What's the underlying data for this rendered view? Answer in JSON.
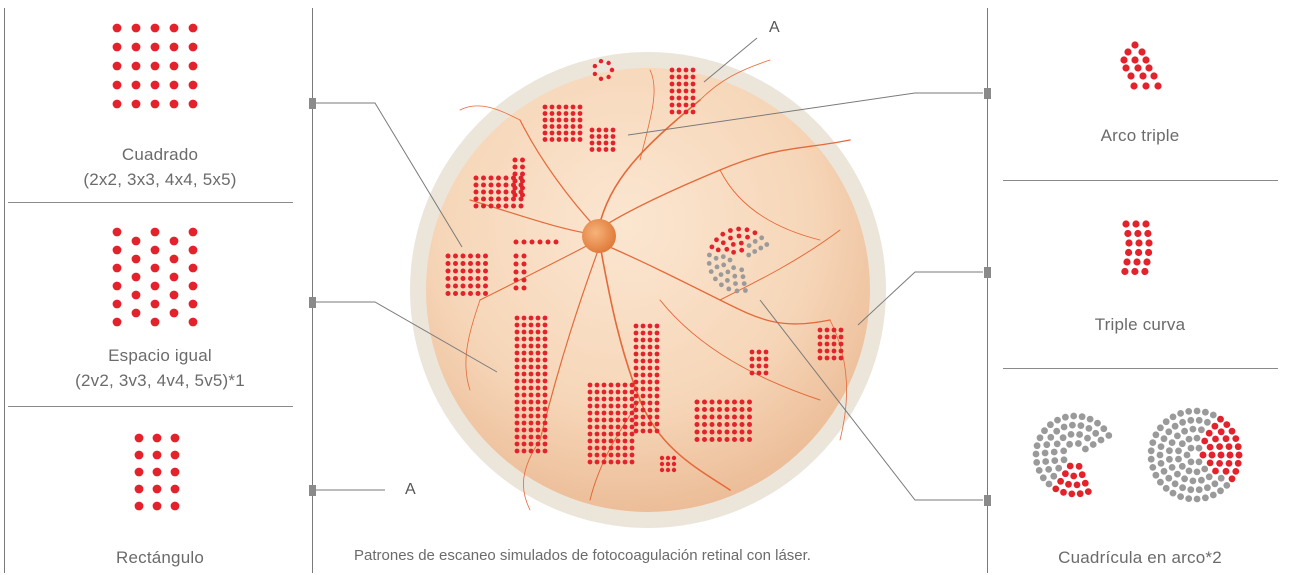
{
  "colors": {
    "red": "#e3222b",
    "gray": "#9a9a9a",
    "line": "#7a7a7a",
    "eye_fill": "#f6d8bc",
    "eye_rim": "#ece4d8",
    "vessel": "#e46a3a",
    "optic_disc": "#f29a55",
    "label_text": "#6b6b6b"
  },
  "left_panel": {
    "items": [
      {
        "label_line1": "Cuadrado",
        "label_line2": "(2x2, 3x3, 4x4, 5x5)"
      },
      {
        "label_line1": "Espacio igual",
        "label_line2": "(2v2, 3v3, 4v4, 5v5)*1"
      },
      {
        "label_line1": "Rectángulo",
        "label_line2": ""
      }
    ]
  },
  "right_panel": {
    "items": [
      {
        "label": "Arco triple"
      },
      {
        "label": "Triple curva"
      },
      {
        "label": "Cuadrícula en arco*2"
      }
    ]
  },
  "diagram": {
    "callout_top": "A",
    "callout_bottom": "A",
    "caption": "Patrones de escaneo simulados de fotocoagulación retinal con láser."
  }
}
